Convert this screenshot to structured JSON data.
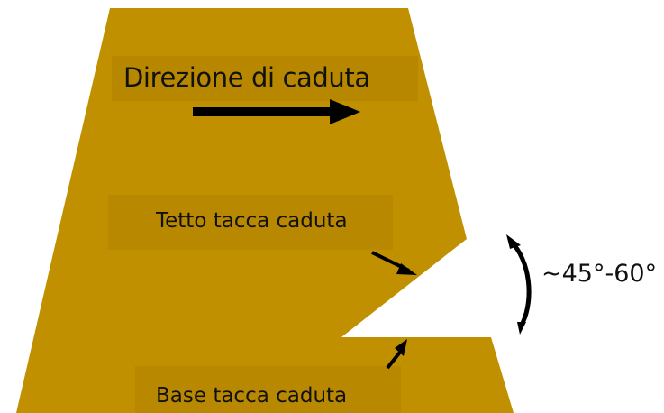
{
  "labels": {
    "fall_direction": "Direzione di caduta",
    "notch_roof": "Tetto tacca caduta",
    "notch_base": "Base tacca caduta",
    "angle": "~45°-60°"
  },
  "colors": {
    "trunk": "#c09000",
    "arrow": "#000000",
    "text": "#111111",
    "background": "#ffffff"
  }
}
